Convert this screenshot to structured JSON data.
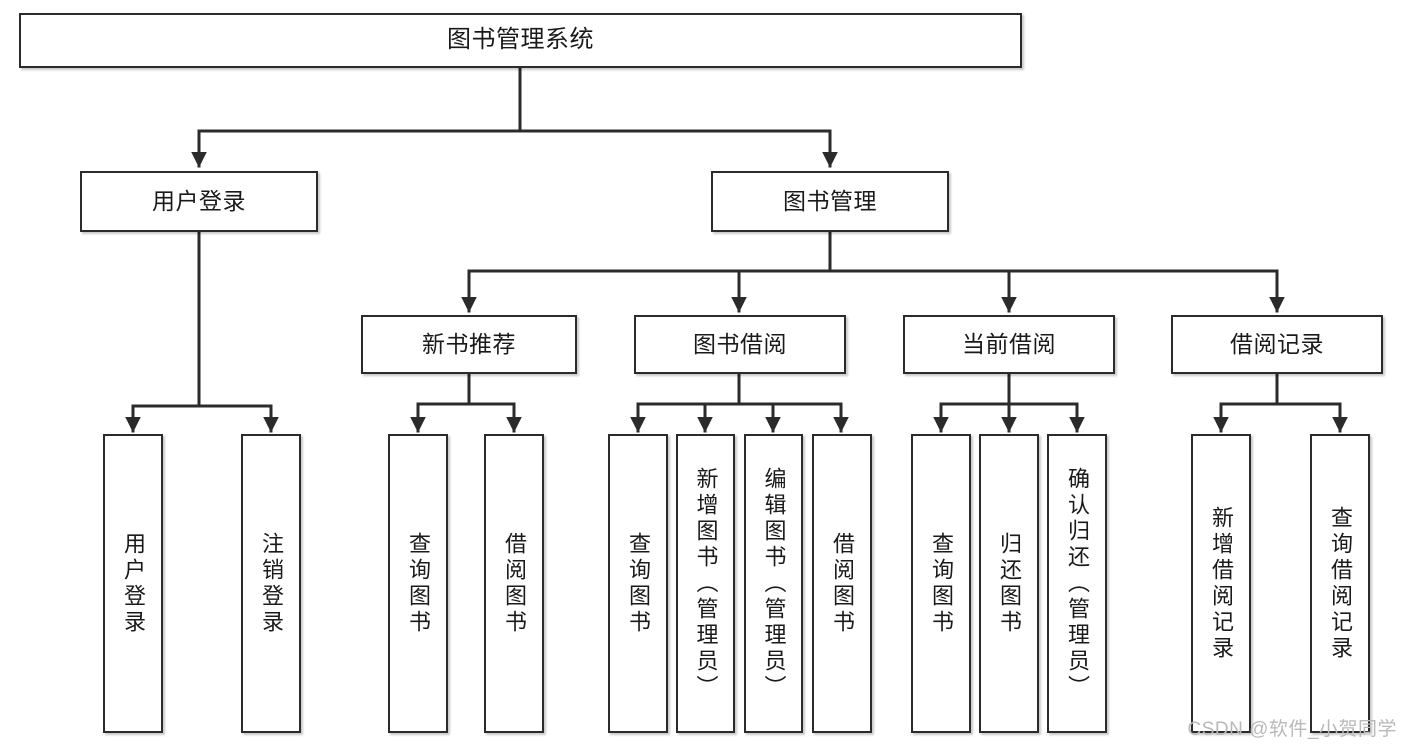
{
  "diagram": {
    "type": "tree",
    "title": "图书管理系统",
    "watermark": "CSDN @软件_小贺同学",
    "stroke_color": "#2b2b2b",
    "fill_color": "#ffffff",
    "text_color": "#1a1a1a",
    "nodes": {
      "root": {
        "label": "图书管理系统"
      },
      "level2": [
        {
          "id": "user-login",
          "label": "用户登录"
        },
        {
          "id": "book-manage",
          "label": "图书管理"
        }
      ],
      "level3": [
        {
          "id": "new-book-recommend",
          "label": "新书推荐"
        },
        {
          "id": "book-borrow",
          "label": "图书借阅"
        },
        {
          "id": "current-borrow",
          "label": "当前借阅"
        },
        {
          "id": "borrow-record",
          "label": "借阅记录"
        }
      ],
      "leaves": {
        "user-login": [
          {
            "id": "leaf-user-login",
            "label": "用户登录"
          },
          {
            "id": "leaf-logout",
            "label": "注销登录"
          }
        ],
        "new-book-recommend": [
          {
            "id": "leaf-query-book-1",
            "label": "查询图书"
          },
          {
            "id": "leaf-borrow-book-1",
            "label": "借阅图书"
          }
        ],
        "book-borrow": [
          {
            "id": "leaf-query-book-2",
            "label": "查询图书"
          },
          {
            "id": "leaf-add-book",
            "label": "新增图书（管理员）"
          },
          {
            "id": "leaf-edit-book",
            "label": "编辑图书（管理员）"
          },
          {
            "id": "leaf-borrow-book-2",
            "label": "借阅图书"
          }
        ],
        "current-borrow": [
          {
            "id": "leaf-query-book-3",
            "label": "查询图书"
          },
          {
            "id": "leaf-return-book",
            "label": "归还图书"
          },
          {
            "id": "leaf-confirm-return",
            "label": "确认归还（管理员）"
          }
        ],
        "borrow-record": [
          {
            "id": "leaf-add-record",
            "label": "新增借阅记录"
          },
          {
            "id": "leaf-query-record",
            "label": "查询借阅记录"
          }
        ]
      }
    }
  }
}
